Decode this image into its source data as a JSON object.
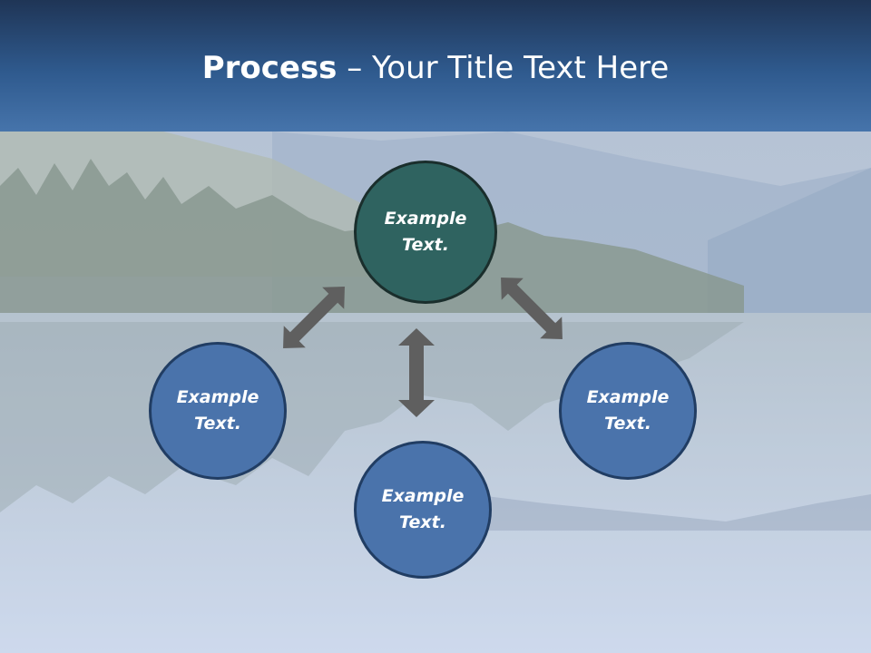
{
  "slide": {
    "title_bold": "Process",
    "title_rest": " – Your Title Text Here"
  },
  "diagram": {
    "nodes": [
      {
        "id": "top",
        "text": "Example Text.",
        "color": "#2f6360"
      },
      {
        "id": "left",
        "text": "Example Text.",
        "color": "#4a73ab"
      },
      {
        "id": "right",
        "text": "Example Text.",
        "color": "#4a73ab"
      },
      {
        "id": "bottom",
        "text": "Example Text.",
        "color": "#4a73ab"
      }
    ],
    "arrows": [
      {
        "from": "top",
        "to": "left",
        "style": "double-headed"
      },
      {
        "from": "top",
        "to": "right",
        "style": "double-headed"
      },
      {
        "from": "top",
        "to": "bottom",
        "style": "double-headed"
      }
    ],
    "arrow_color": "#5f5f5f"
  }
}
